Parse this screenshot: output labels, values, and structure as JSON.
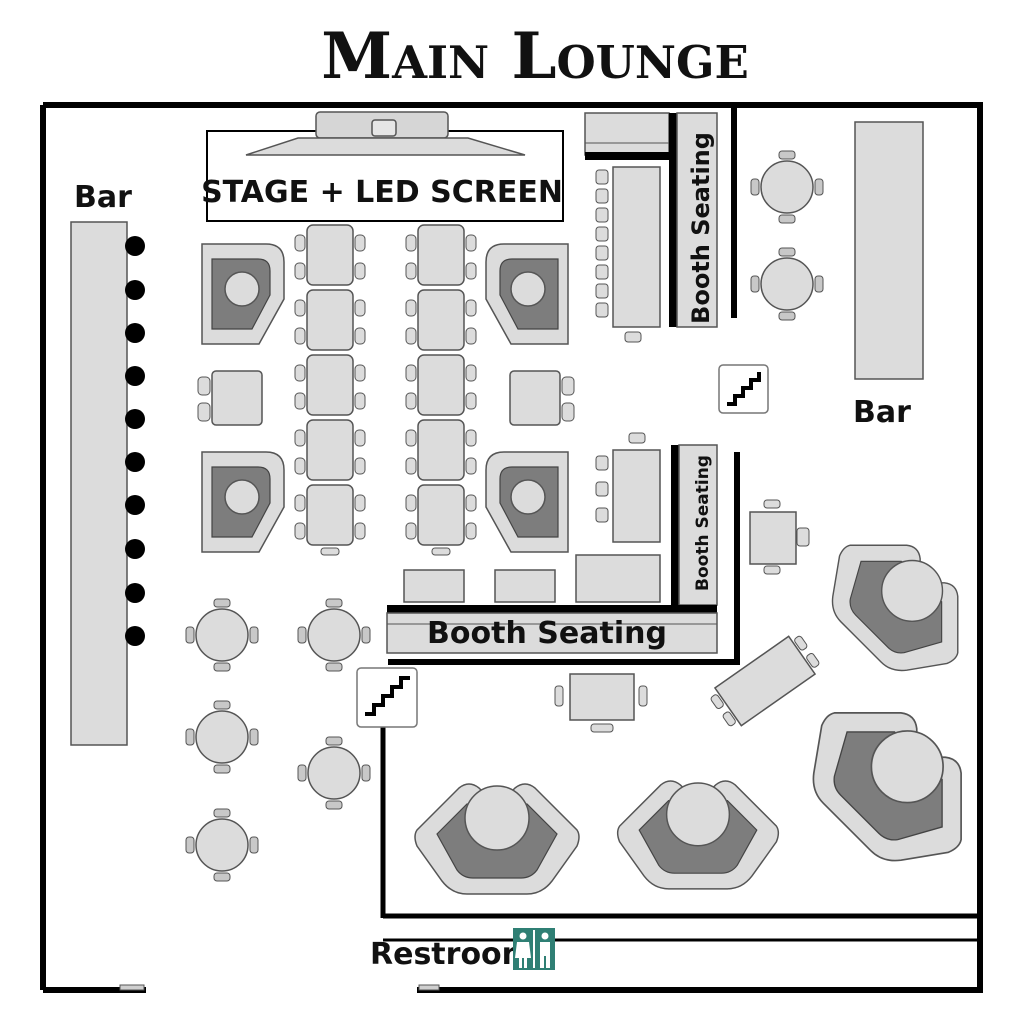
{
  "title": "Main Lounge",
  "labels": {
    "stage": "STAGE + LED SCREEN",
    "bar_left": "Bar",
    "bar_right": "Bar",
    "booth_top": "Booth Seating",
    "booth_mid": "Booth Seating",
    "booth_bottom": "Booth Seating",
    "restroom": "Restroom"
  },
  "icons": [
    "stairs-icon",
    "restroom-icon"
  ],
  "colors": {
    "wall": "#000000",
    "furniture_light": "#dcdcdc",
    "furniture_mid": "#a9a9a9",
    "furniture_dark": "#7d7d7d",
    "restroom_icon": "#2f7f74"
  }
}
